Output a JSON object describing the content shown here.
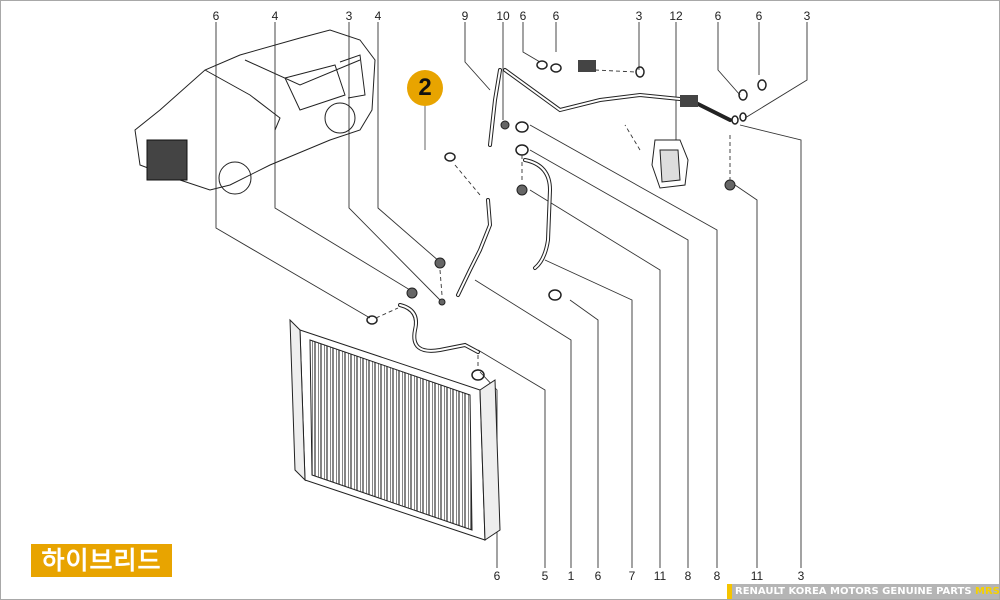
{
  "diagram": {
    "title_badge": "2",
    "variant_label": "하이브리드",
    "footer": {
      "text": "RENAULT KOREA MOTORS GENUINE PARTS",
      "brand": "MRSZONE"
    },
    "colors": {
      "accent": "#e8a400",
      "footer_bg": "#b5b5b5",
      "footer_brand": "#f5d000",
      "line": "#333333"
    },
    "top_callouts": [
      "6",
      "4",
      "3",
      "4",
      "9",
      "10",
      "6",
      "6",
      "3",
      "12",
      "6",
      "6",
      "3"
    ],
    "bottom_callouts": [
      "6",
      "5",
      "1",
      "6",
      "7",
      "11",
      "8",
      "8",
      "11",
      "3"
    ],
    "components": [
      "vehicle-overview",
      "radiator-condenser-module",
      "ac-pipe-high-pressure",
      "ac-pipe-low-pressure",
      "ac-hose-assembly",
      "expansion-valve-block",
      "pipe-bracket",
      "o-ring-seal",
      "nut",
      "bolt"
    ]
  }
}
